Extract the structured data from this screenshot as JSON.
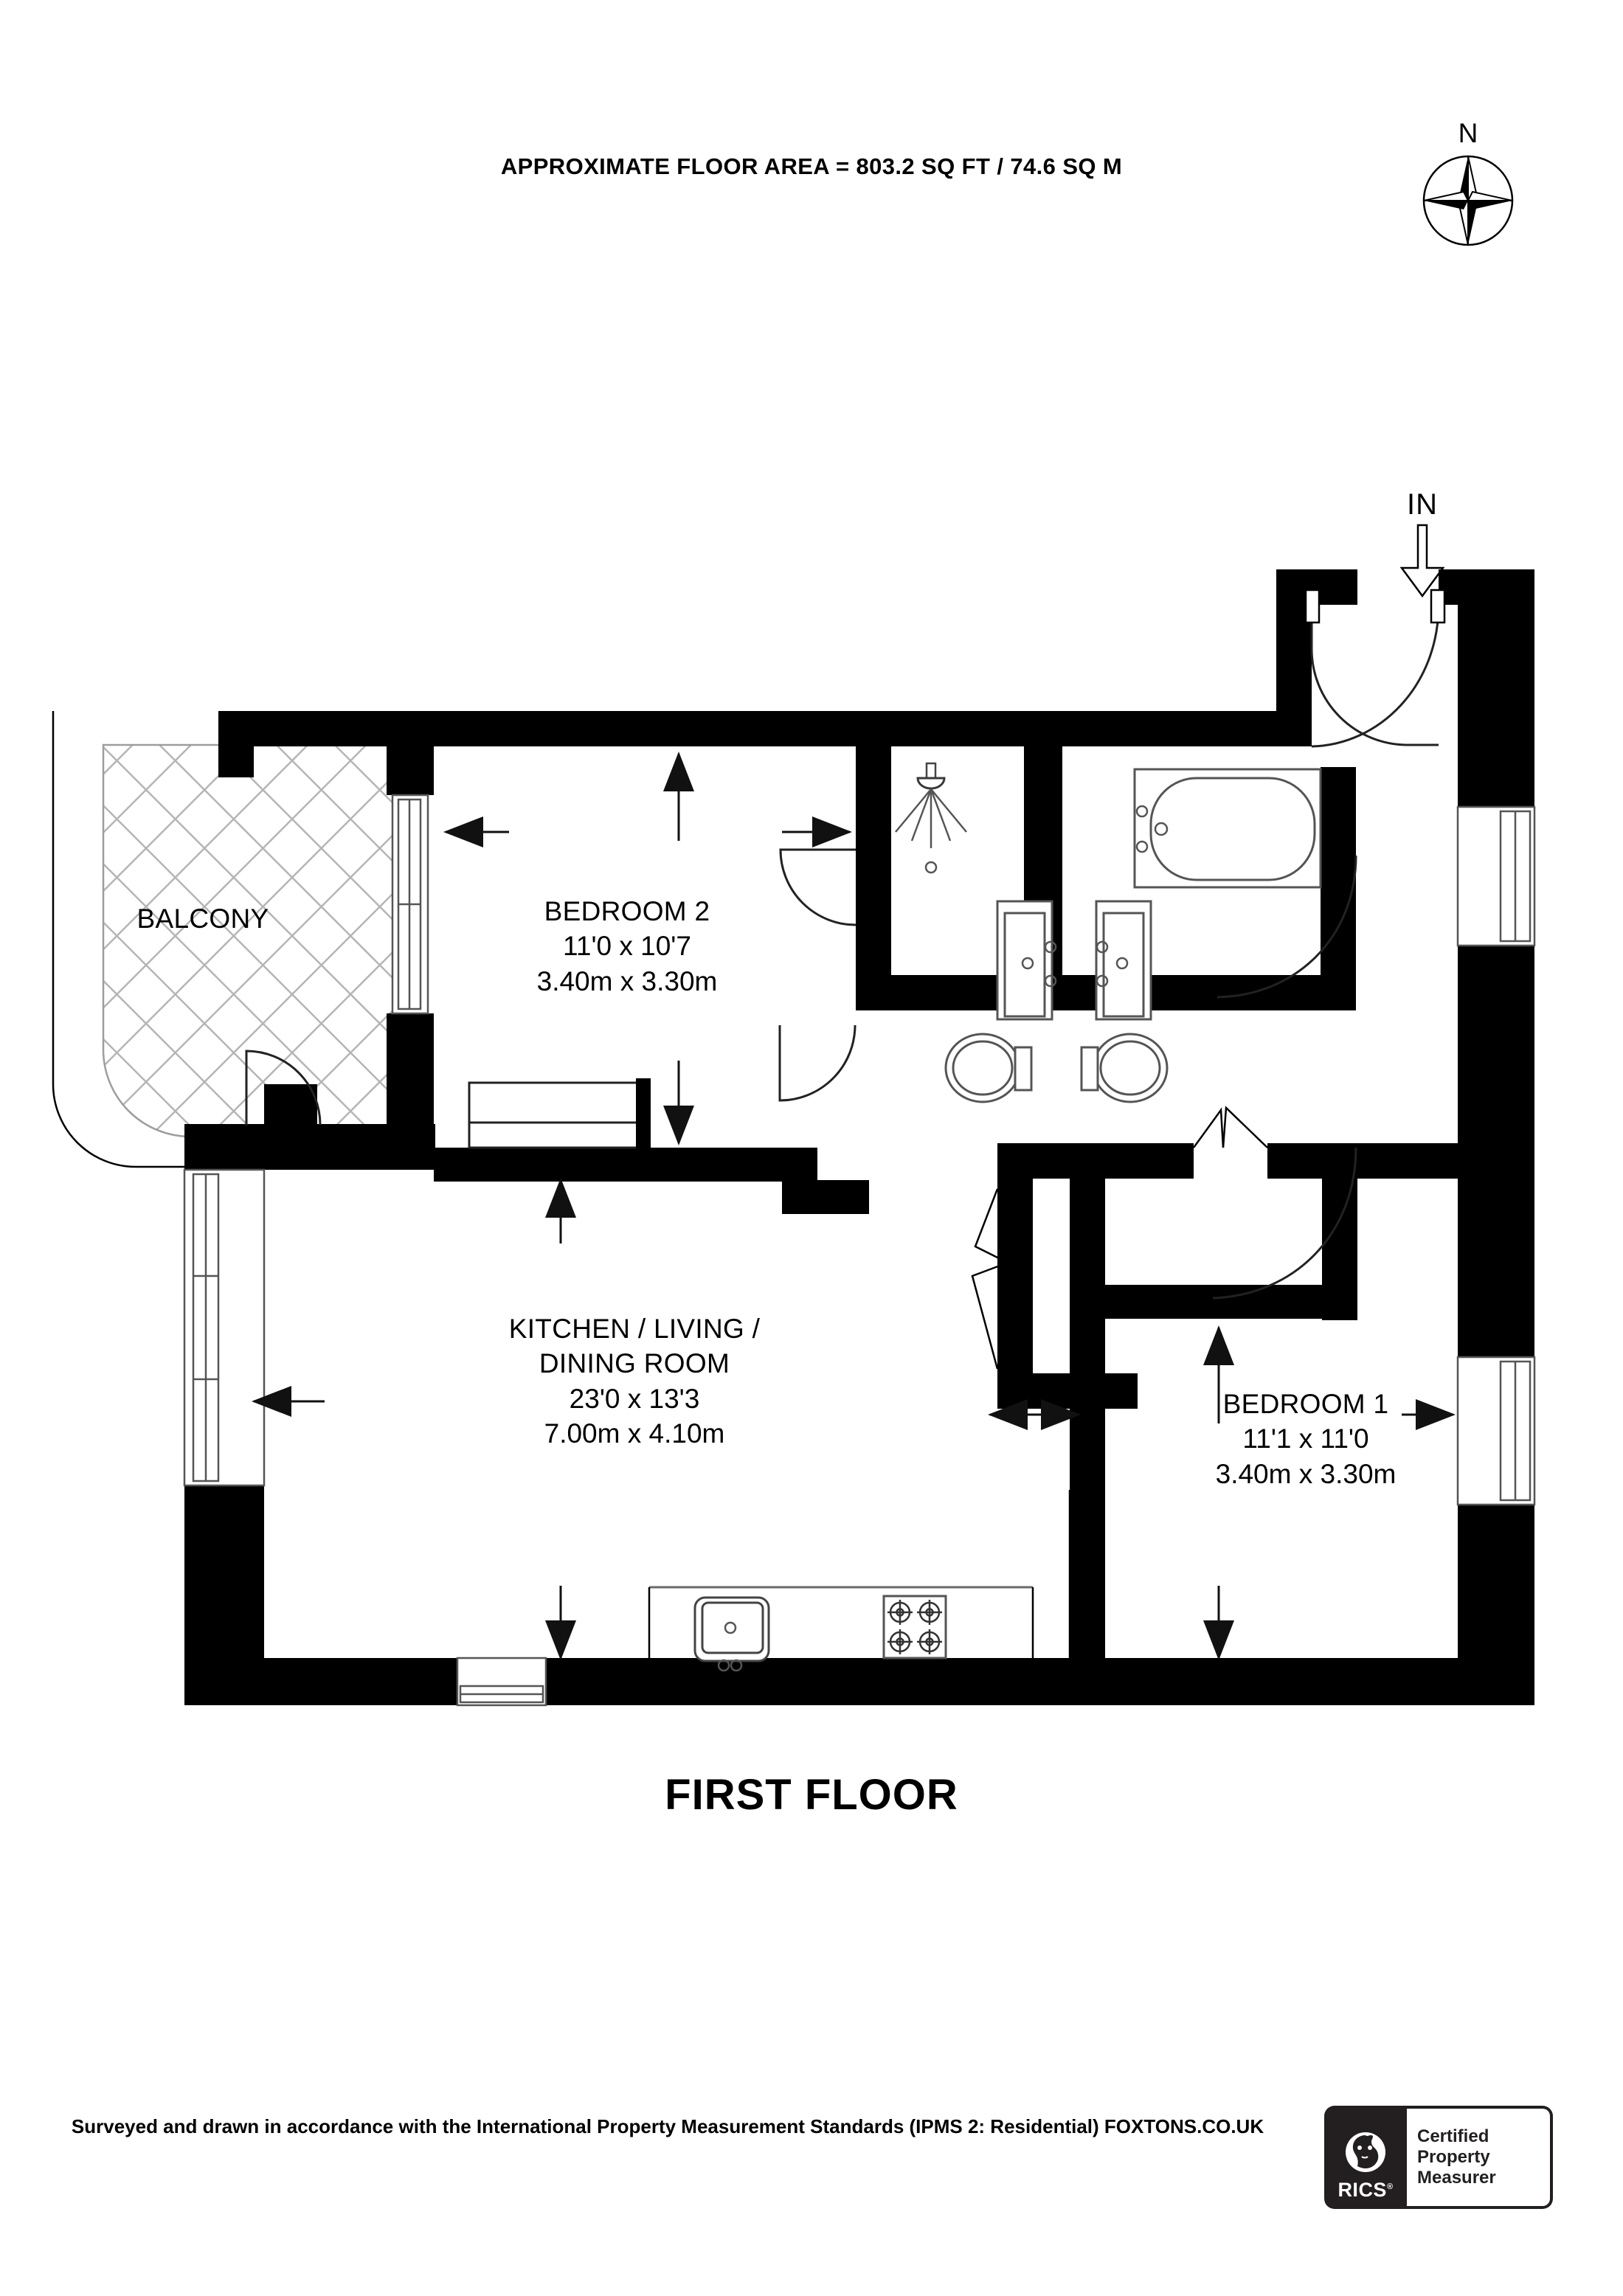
{
  "header": {
    "floor_area_title": "APPROXIMATE FLOOR AREA = 803.2 SQ FT / 74.6 SQ M"
  },
  "compass": {
    "north_label": "N",
    "icon": "compass-rose-icon"
  },
  "entrance": {
    "label": "IN",
    "icon": "down-arrow-icon"
  },
  "rooms": [
    {
      "key": "balcony",
      "name": "BALCONY",
      "dim_imperial": "",
      "dim_metric": ""
    },
    {
      "key": "bedroom2",
      "name": "BEDROOM 2",
      "dim_imperial": "11'0 x 10'7",
      "dim_metric": "3.40m x 3.30m"
    },
    {
      "key": "kitchen",
      "name_line1": "KITCHEN / LIVING /",
      "name_line2": "DINING ROOM",
      "dim_imperial": "23'0 x 13'3",
      "dim_metric": "7.00m x 4.10m"
    },
    {
      "key": "bedroom1",
      "name": "BEDROOM 1",
      "dim_imperial": "11'1 x 11'0",
      "dim_metric": "3.40m x 3.30m"
    }
  ],
  "floor_title": "FIRST FLOOR",
  "footer": {
    "disclaimer": "Surveyed and drawn in accordance with the International Property Measurement Standards (IPMS 2: Residential) FOXTONS.CO.UK"
  },
  "badge": {
    "brand": "RICS",
    "line1": "Certified",
    "line2": "Property",
    "line3": "Measurer",
    "icon": "rics-lion-icon"
  },
  "fixtures": [
    {
      "name": "shower-head-icon",
      "room": "ensuite"
    },
    {
      "name": "wash-basin-icon",
      "room": "ensuite"
    },
    {
      "name": "toilet-icon",
      "room": "ensuite"
    },
    {
      "name": "bathtub-icon",
      "room": "bathroom"
    },
    {
      "name": "wash-basin-icon",
      "room": "bathroom"
    },
    {
      "name": "toilet-icon",
      "room": "bathroom"
    },
    {
      "name": "kitchen-sink-icon",
      "room": "kitchen"
    },
    {
      "name": "hob-icon",
      "room": "kitchen"
    },
    {
      "name": "wardrobe-icon",
      "room": "bedroom1"
    },
    {
      "name": "cupboard-icon",
      "room": "bedroom2"
    }
  ],
  "colors": {
    "wall": "#000000",
    "hatch": "#b5b5b5",
    "ink": "#000000",
    "badge_dark": "#231f20",
    "background": "#ffffff"
  }
}
